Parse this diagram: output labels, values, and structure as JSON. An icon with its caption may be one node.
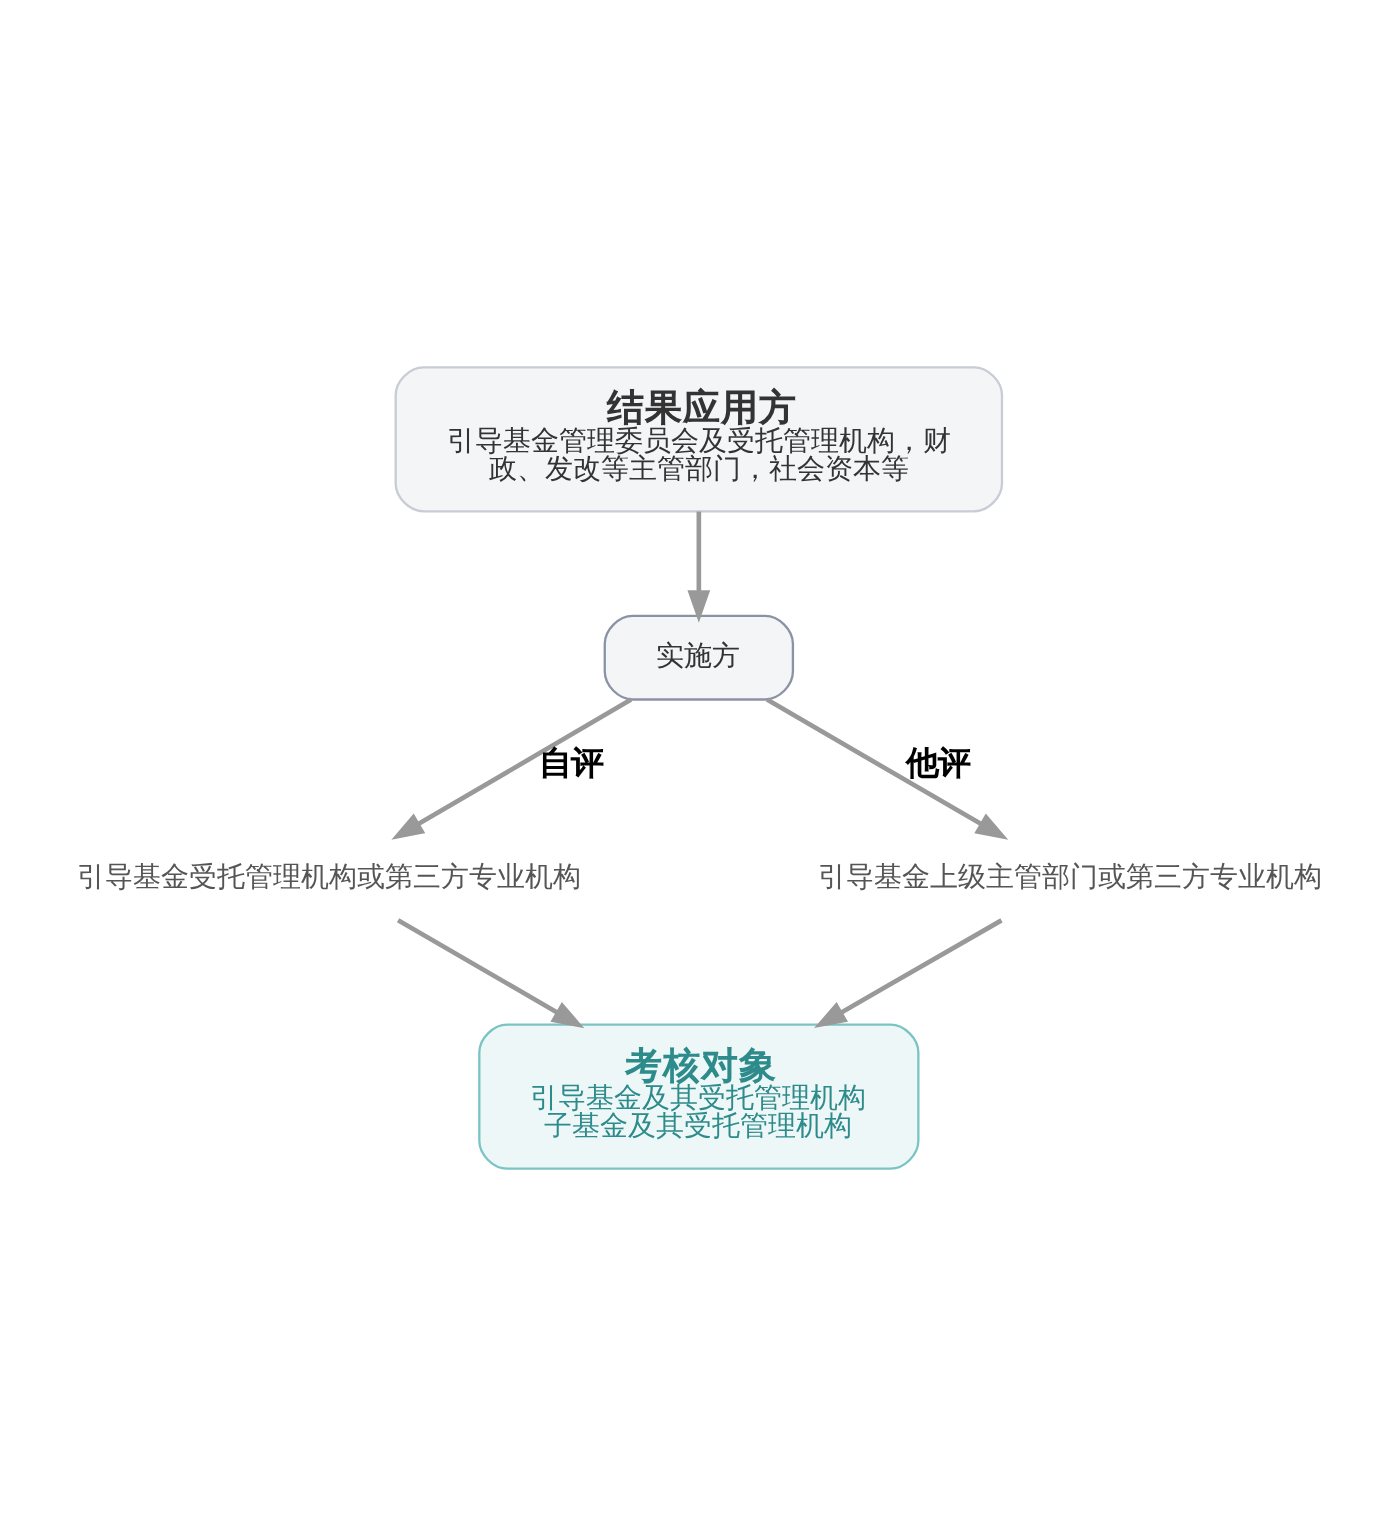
{
  "diagram": {
    "nodes": [
      {
        "text": [
          "结果应用方",
          "引导基金管理委员会及受托管理机构，财政、发改等主管部门，社会资本等"
        ]
      },
      {
        "text": [
          "实施方"
        ]
      },
      {
        "text": [
          "引导基金受托管理机构或第三方专业机构"
        ]
      },
      {
        "text": [
          "引导基金上级主管部门或第三方专业机构"
        ]
      },
      {
        "text": [
          "考核对象",
          "引导基金及其受托管理机构",
          "子基金及其受托管理机构"
        ]
      }
    ],
    "edges": [
      {
        "from": 0,
        "to": 1,
        "arrow": "to"
      },
      {
        "from": 1,
        "to": 2,
        "arrow": "to",
        "label": "自评"
      },
      {
        "from": 1,
        "to": 3,
        "arrow": "to",
        "label": "他评"
      },
      {
        "from": 2,
        "to": 4,
        "arrow": "to"
      },
      {
        "from": 3,
        "to": 4,
        "arrow": "to"
      }
    ]
  }
}
